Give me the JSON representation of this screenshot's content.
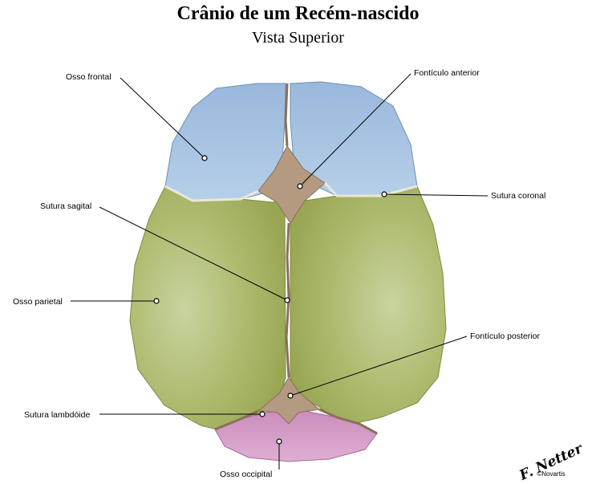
{
  "title": "Crânio de um Recém-nascido",
  "subtitle": "Vista Superior",
  "labels": {
    "osso_frontal": "Osso frontal",
    "fonticulo_anterior": "Fontículo anterior",
    "sutura_sagital": "Sutura sagital",
    "sutura_coronal": "Sutura coronal",
    "osso_parietal": "Osso parietal",
    "fonticulo_posterior": "Fontículo posterior",
    "sutura_lambdoide": "Sutura lambdóide",
    "osso_occipital": "Osso occipital"
  },
  "signature": {
    "artist": "F. Netter",
    "copyright": "©Novartis"
  },
  "colors": {
    "frontal": "#a8c4e4",
    "parietal": "#a9b766",
    "occipital": "#d49ac6",
    "fontanelle": "#b39a80",
    "suture": "#8a7157"
  }
}
